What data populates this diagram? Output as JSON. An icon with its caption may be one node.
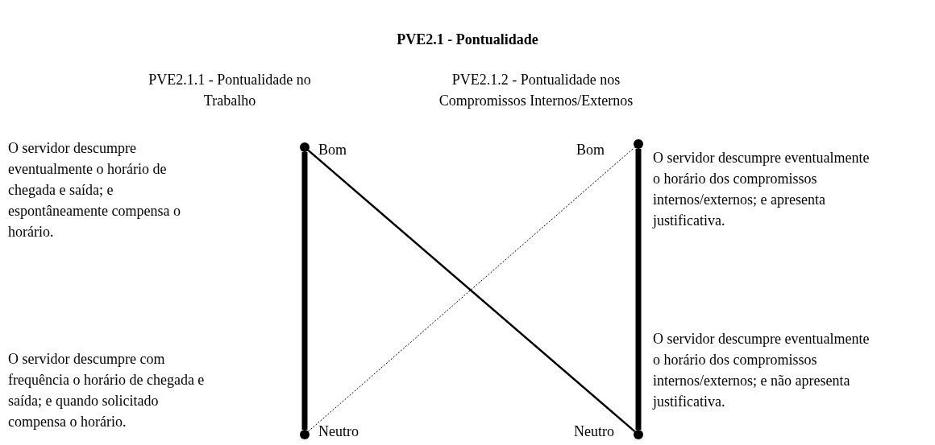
{
  "diagram": {
    "title": "PVE2.1 - Pontualidade",
    "nodes": [
      {
        "text": [],
        "shape": "circle"
      },
      {
        "text": [],
        "shape": "circle"
      },
      {
        "text": [],
        "shape": "circle"
      },
      {
        "text": [],
        "shape": "circle"
      }
    ],
    "edges": [
      {
        "from": 0,
        "to": 2,
        "arrow": "none",
        "style": "thick"
      },
      {
        "from": 1,
        "to": 3,
        "arrow": "none",
        "style": "thick"
      },
      {
        "from": 0,
        "to": 3,
        "arrow": "none"
      },
      {
        "from": 2,
        "to": 1,
        "arrow": "none",
        "style": "dashed"
      }
    ],
    "labels": [
      "PVE2.1.1 - Pontualidade no Trabalho",
      "PVE2.1.2 - Pontualidade nos Compromissos Internos/Externos",
      "O servidor descumpre eventualmente o horário de chegada e saída; e espontâneamente compensa o horário.",
      "Bom",
      "Bom",
      "O servidor descumpre eventualmente o horário dos compromissos internos/externos; e apresenta justificativa.",
      "O servidor descumpre com frequência o horário de chegada e saída; e quando solicitado compensa o horário.",
      "O servidor descumpre eventualmente o horário dos compromissos internos/externos; e não apresenta justificativa.",
      "Neutro",
      "Neutro"
    ]
  }
}
